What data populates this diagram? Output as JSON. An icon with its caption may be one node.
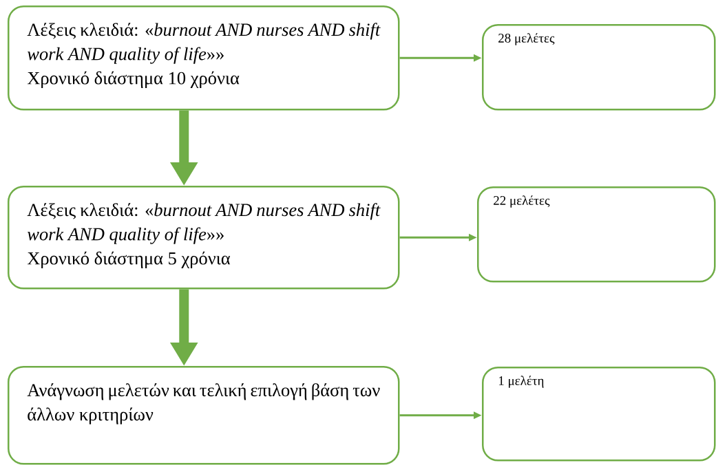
{
  "diagram": {
    "nodes": [
      {
        "text": [
          "Λέξεις κλειδιά: «*burnout AND nurses AND shift work AND quality of life*»»",
          "Χρονικό διάστημα 10 χρόνια"
        ]
      },
      {
        "text": [
          "28 μελέτες"
        ]
      },
      {
        "text": [
          "Λέξεις κλειδιά: «*burnout AND nurses AND shift work AND quality of life*»»",
          "Χρονικό διάστημα 5 χρόνια"
        ]
      },
      {
        "text": [
          "22 μελέτες"
        ]
      },
      {
        "text": [
          "Ανάγνωση μελετών και τελική επιλογή βάση των άλλων κριτηρίων"
        ]
      },
      {
        "text": [
          "1 μελέτη"
        ]
      }
    ],
    "edges": [
      {
        "from": 0,
        "to": 1,
        "arrow": "to"
      },
      {
        "from": 0,
        "to": 2,
        "arrow": "to",
        "style": "thick"
      },
      {
        "from": 2,
        "to": 3,
        "arrow": "to"
      },
      {
        "from": 2,
        "to": 4,
        "arrow": "to",
        "style": "thick"
      },
      {
        "from": 4,
        "to": 5,
        "arrow": "to"
      }
    ]
  }
}
